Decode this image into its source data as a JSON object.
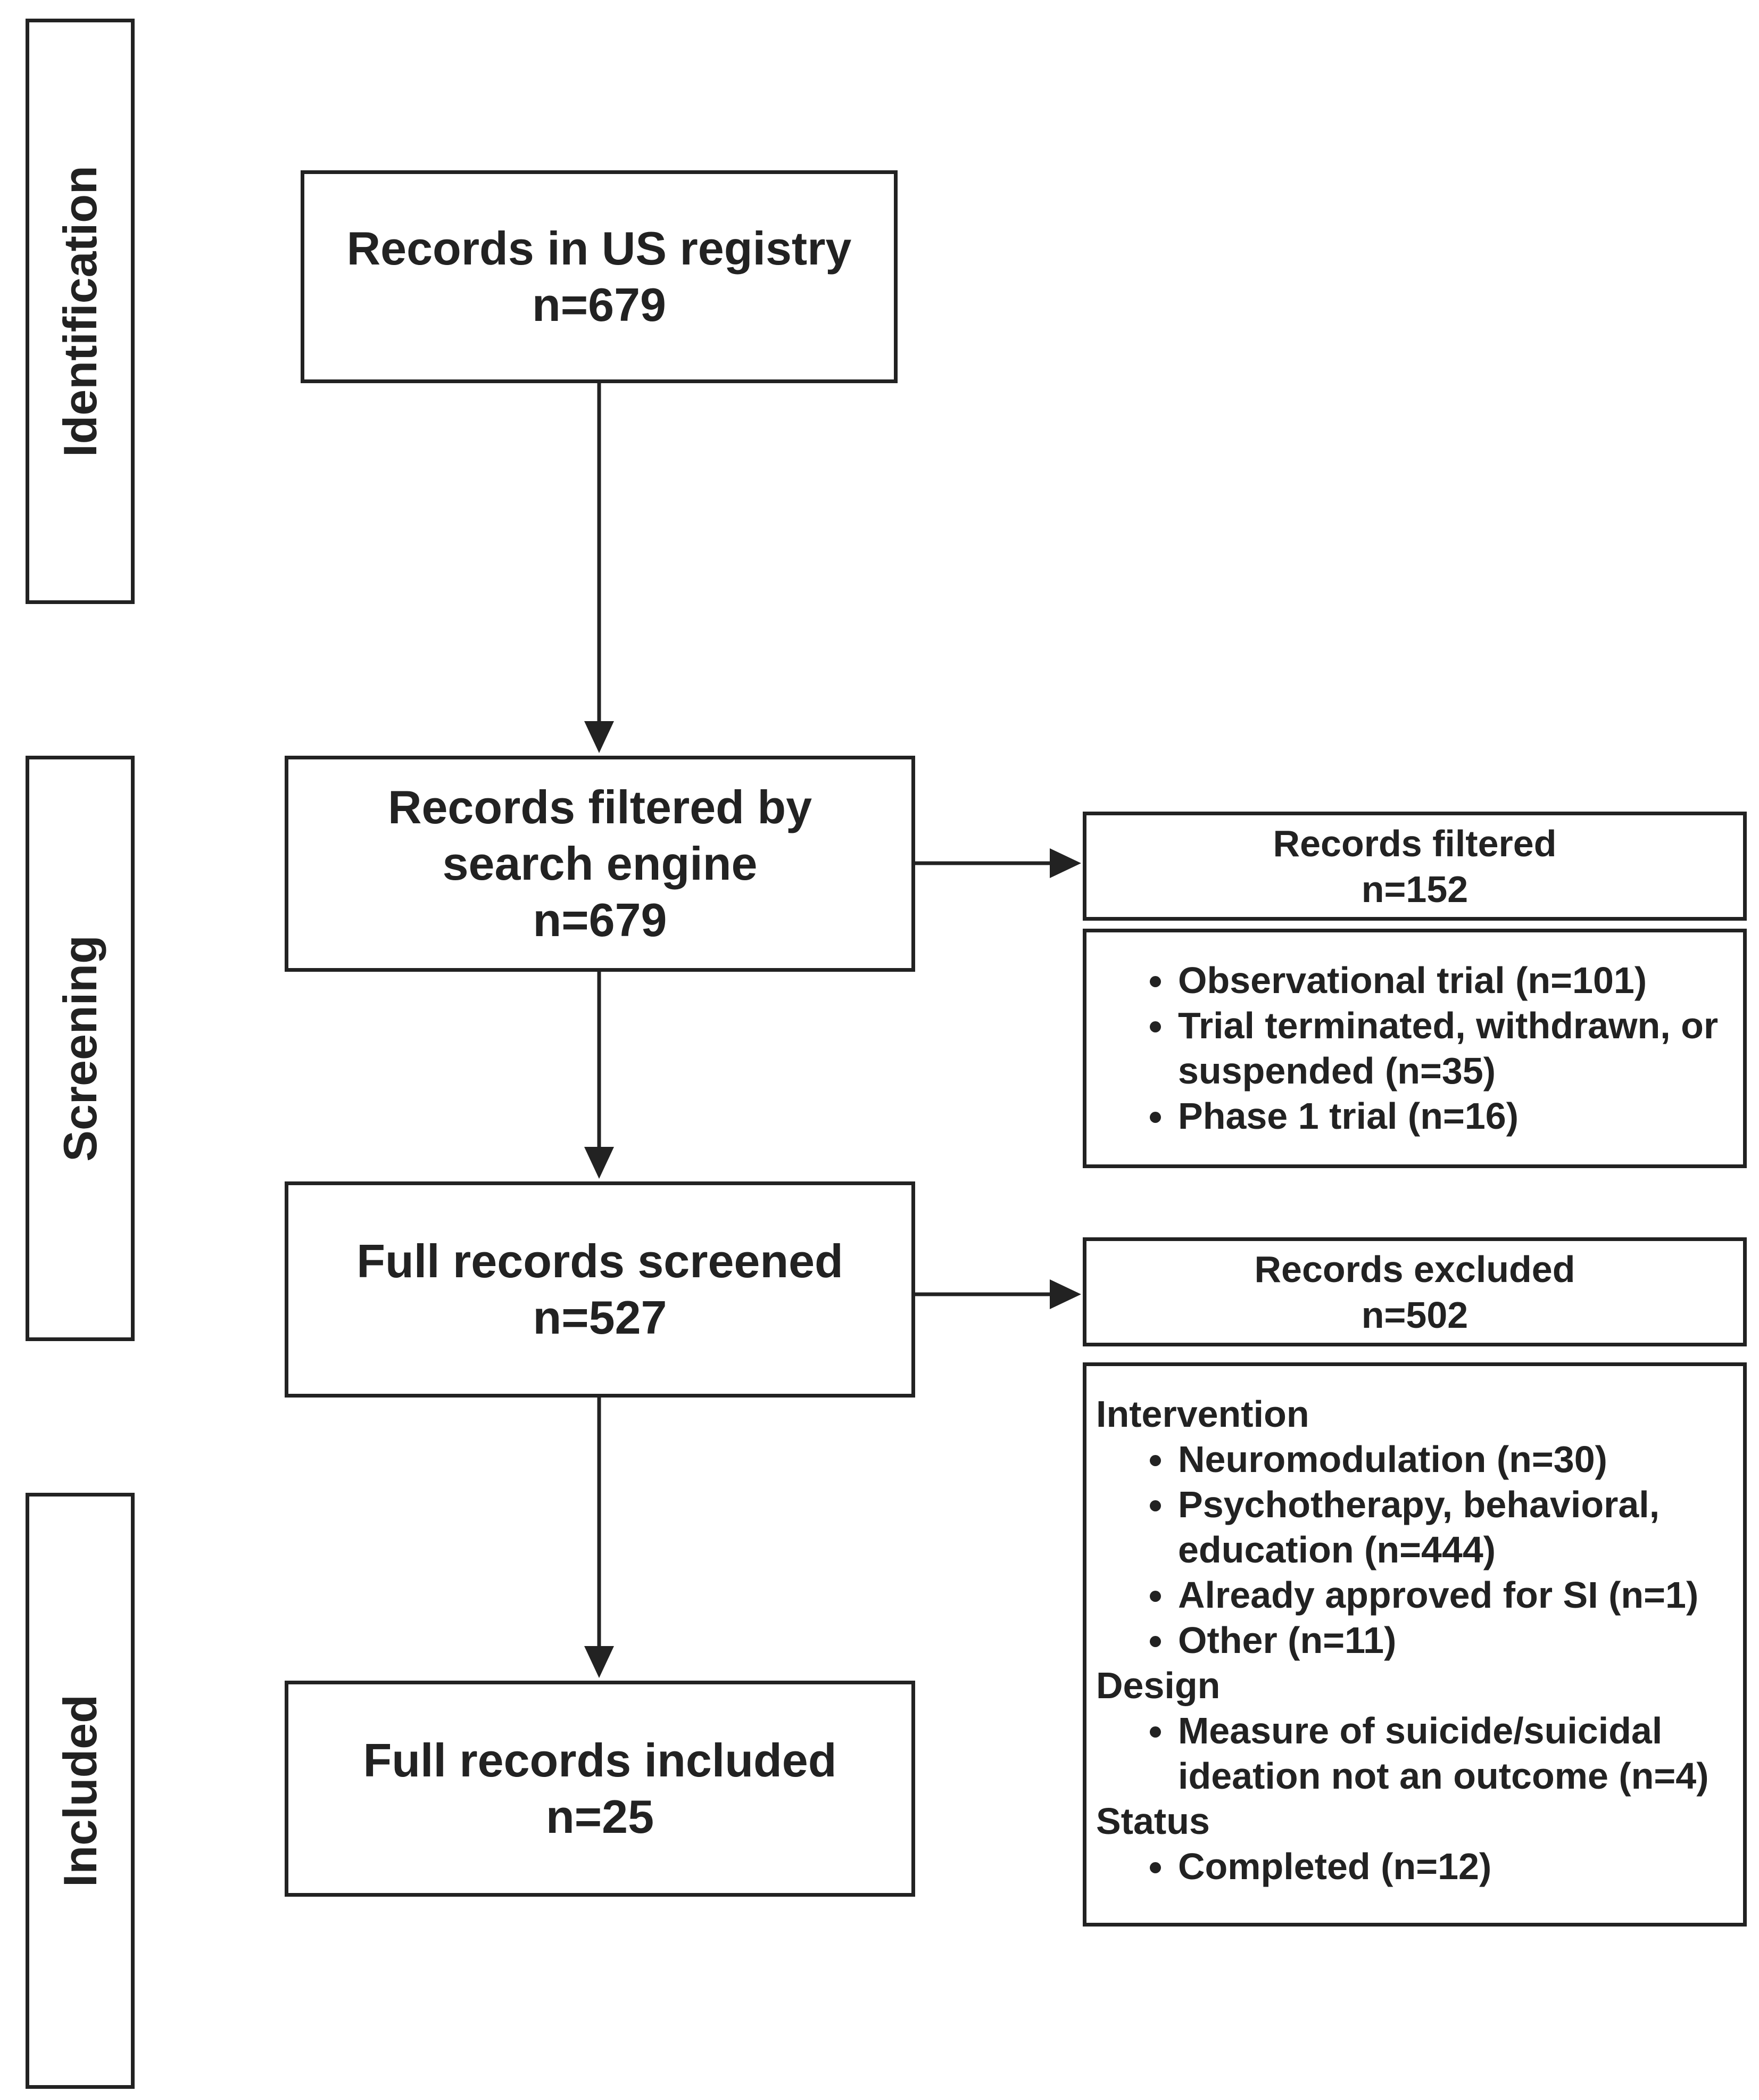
{
  "stages": [
    "Identification",
    "Screening",
    "Included"
  ],
  "main_boxes": {
    "registry": {
      "title": "Records in US registry",
      "count": "n=679"
    },
    "filtered": {
      "title_line1": "Records filtered by",
      "title_line2": "search engine",
      "count": "n=679"
    },
    "screened": {
      "title": "Full records screened",
      "count": "n=527"
    },
    "included": {
      "title": "Full records included",
      "count": "n=25"
    }
  },
  "side_boxes": {
    "records_filtered": {
      "title": "Records filtered",
      "count": "n=152"
    },
    "records_excluded": {
      "title": "Records excluded",
      "count": "n=502"
    }
  },
  "filtered_reasons": [
    "Observational trial (n=101)",
    "Trial terminated, withdrawn, or suspended (n=35)",
    "Phase 1 trial (n=16)"
  ],
  "excluded_reasons": {
    "intervention": {
      "label": "Intervention",
      "items": [
        "Neuromodulation (n=30)",
        "Psychotherapy, behavioral, education (n=444)",
        "Already approved for SI (n=1)",
        "Other (n=11)"
      ]
    },
    "design": {
      "label": "Design",
      "items": [
        "Measure of suicide/suicidal ideation not an outcome (n=4)"
      ]
    },
    "status": {
      "label": "Status",
      "items": [
        "Completed (n=12)"
      ]
    }
  }
}
